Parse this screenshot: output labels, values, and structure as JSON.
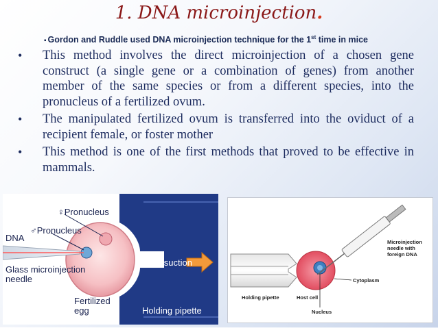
{
  "slide": {
    "title": "1. DNA microinjection",
    "title_dot": ".",
    "subtitle_pre": "Gordon and Ruddle used DNA microinjection technique for the 1",
    "subtitle_sup": "st",
    "subtitle_post": " time in mice",
    "bullets": [
      "This method involves the direct microinjection of a chosen gene construct (a single gene or a combination of genes) from another member of the same species or from a different species, into the pronucleus of a fertilized ovum.",
      "The manipulated fertilized ovum is transferred into the oviduct of a recipient female, or foster mother",
      "This method is one of the first methods that proved to be effective in mammals."
    ]
  },
  "figure_left": {
    "female_pronucleus": "Pronucleus",
    "male_pronucleus": "Pronucleus",
    "dna": "DNA",
    "needle_line1": "Glass microinjection",
    "needle_line2": "needle",
    "egg_line1": "Fertilized",
    "egg_line2": "egg",
    "suction": "Light suction",
    "pipette": "Holding pipette"
  },
  "figure_right": {
    "needle_line1": "Microinjection",
    "needle_line2": "needle with",
    "needle_line3": "foreign DNA",
    "cytoplasm": "Cytoplasm",
    "pipette": "Holding pipette",
    "host_cell": "Host cell",
    "nucleus": "Nucleus"
  },
  "colors": {
    "title": "#8a1818",
    "text": "#1c2b5e",
    "pipette_left": "#203a86",
    "cell_right": "#e8586a",
    "arrow": "#f39a3a"
  }
}
